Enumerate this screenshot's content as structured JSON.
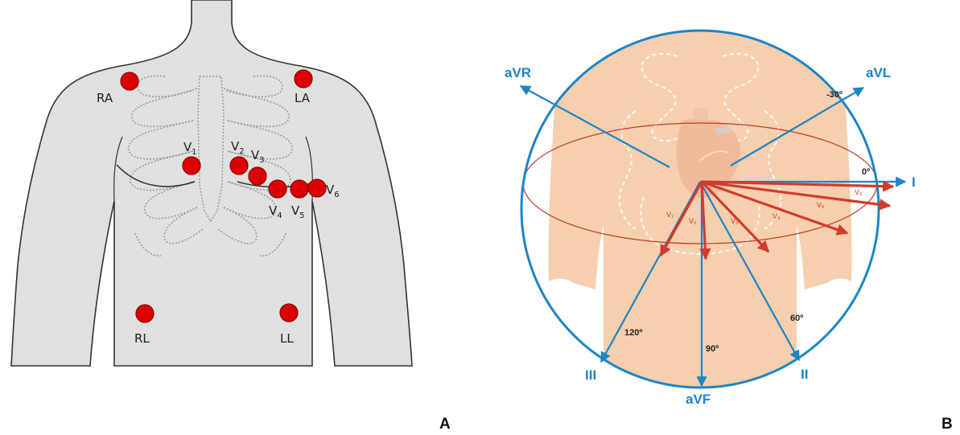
{
  "panel_a": {
    "label": "A",
    "electrodes": {
      "ra": "RA",
      "la": "LA",
      "rl": "RL",
      "ll": "LL",
      "v1": "V",
      "v2": "V",
      "v3": "V",
      "v4": "V",
      "v5": "V",
      "v6": "V",
      "v1_sub": "1",
      "v2_sub": "2",
      "v3_sub": "3",
      "v4_sub": "4",
      "v5_sub": "5",
      "v6_sub": "6"
    }
  },
  "panel_b": {
    "label": "B",
    "leads": {
      "avr": "aVR",
      "avl": "aVL",
      "i": "I",
      "ii": "II",
      "iii": "III",
      "avf": "aVF"
    },
    "angles": {
      "minus30": "-30º",
      "zero": "0º",
      "sixty": "60º",
      "ninety": "90º",
      "onetwenty": "120º"
    },
    "precordial": {
      "v1": "V₁",
      "v2": "V₂",
      "v3": "V₃",
      "v4": "V₄",
      "v5": "V₅",
      "v6": "V₆"
    }
  },
  "colors": {
    "electrode": "#dd0000",
    "lead_axis": "#1d84c6",
    "precordial_vector": "#d13b2c",
    "skin": "#f5cfae",
    "body_grey": "#e0e0e0"
  }
}
